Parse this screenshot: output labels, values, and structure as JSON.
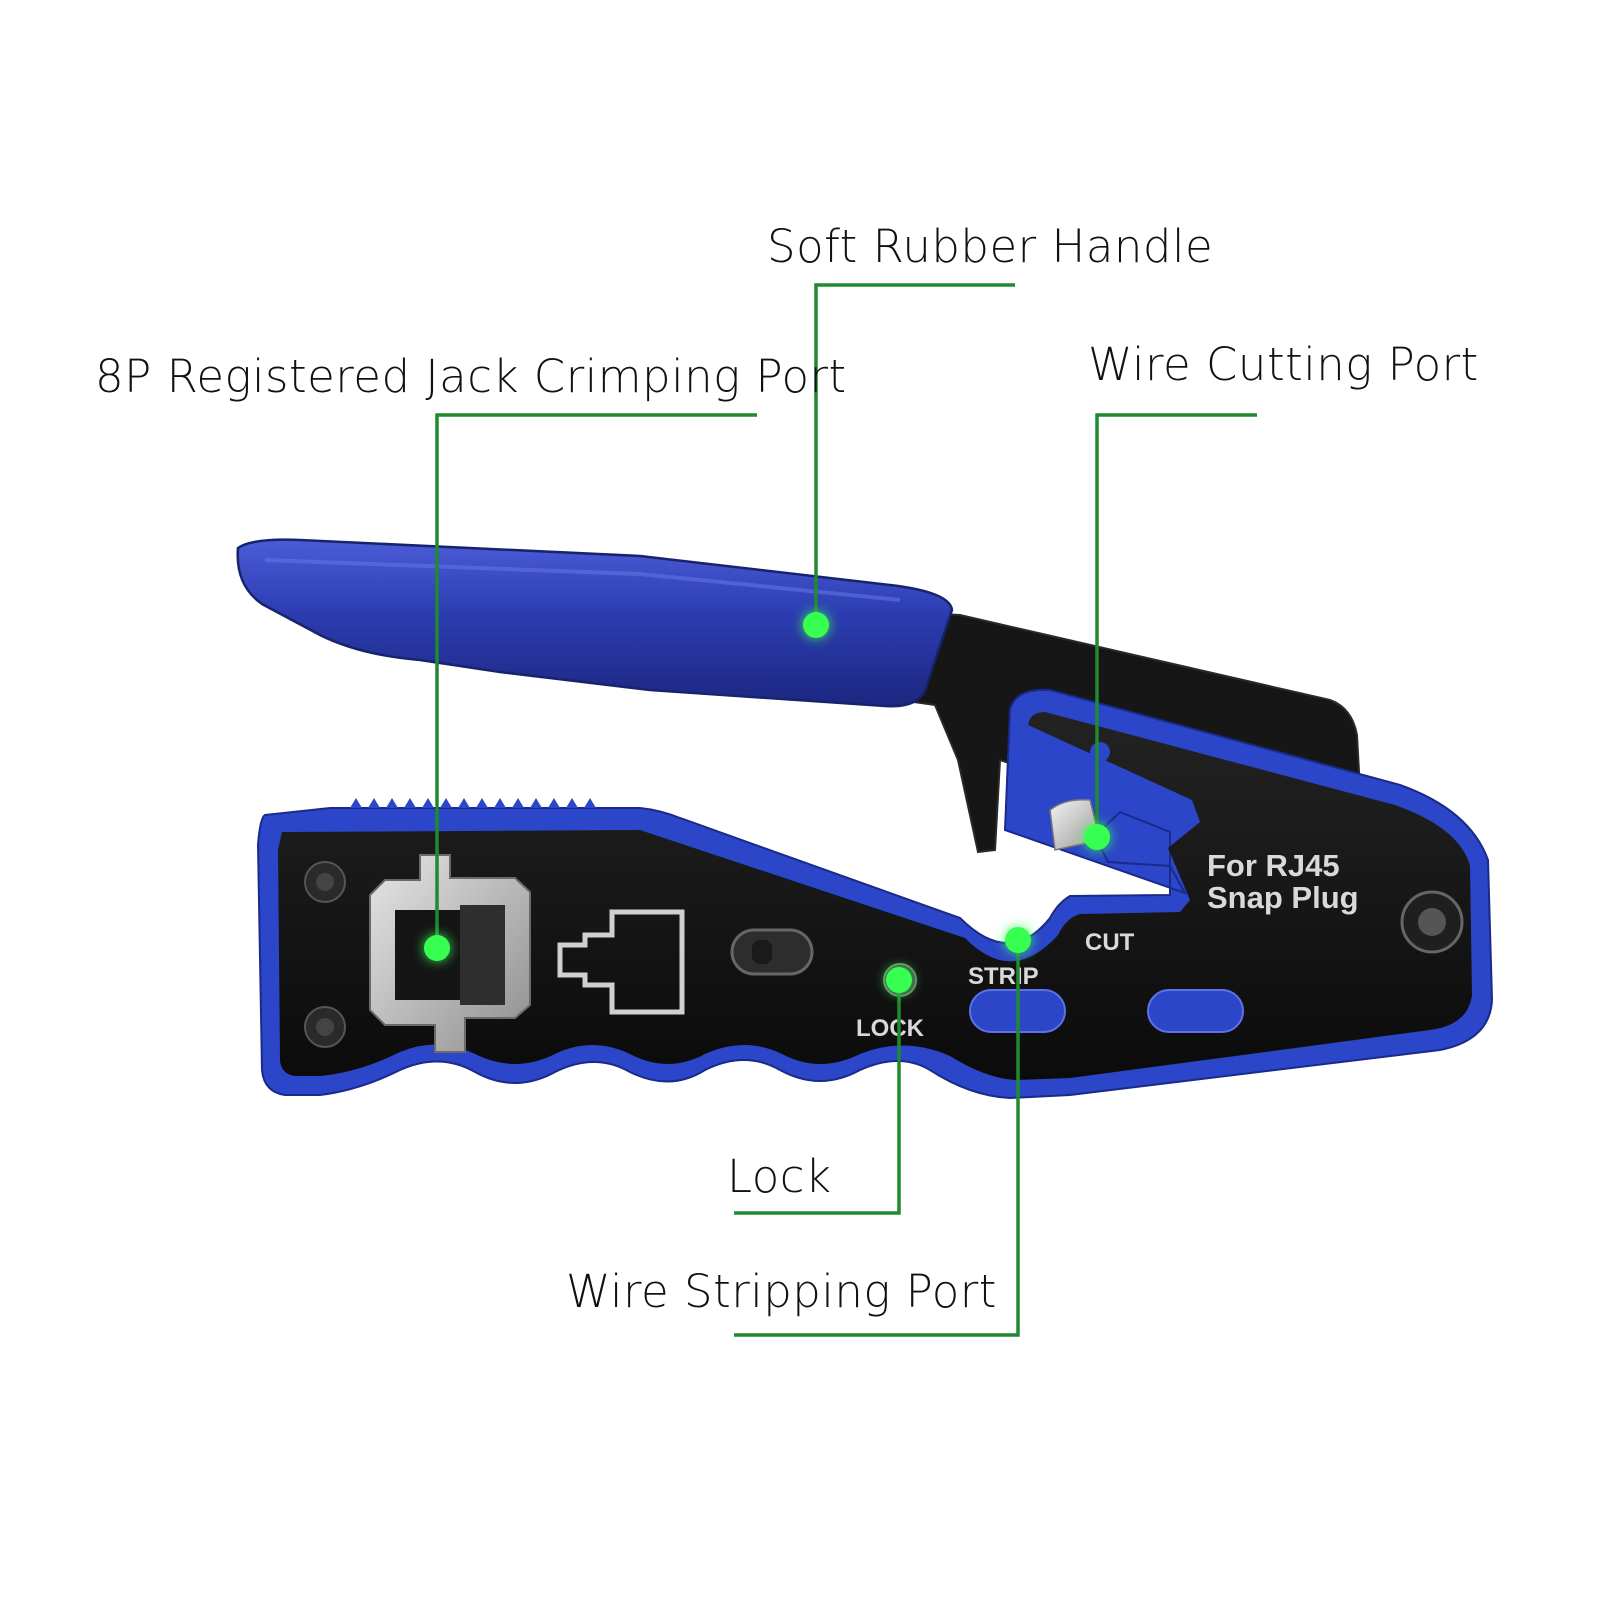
{
  "callouts": {
    "handle": "Soft Rubber Handle",
    "crimp": "8P Registered Jack Crimping Port",
    "cut": "Wire Cutting Port",
    "lock": "Lock",
    "strip": "Wire Stripping Port"
  },
  "tool_markings": {
    "brand_line1": "For RJ45",
    "brand_line2": "Snap Plug",
    "cut": "CUT",
    "strip": "STRIP",
    "lock": "LOCK"
  },
  "colors": {
    "leader_line": "#1f8a2e",
    "marker_dot": "#37ff52",
    "handle_blue": "#2d3fb5",
    "body_black": "#121212"
  }
}
